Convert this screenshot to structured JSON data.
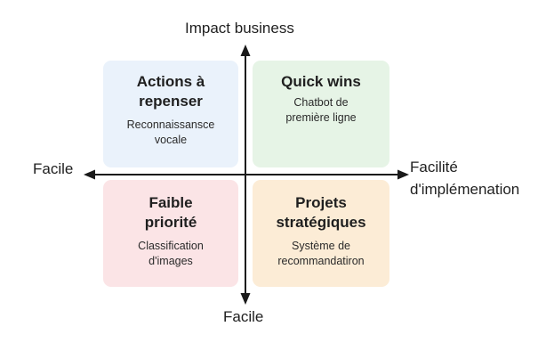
{
  "axes": {
    "top": "Impact business",
    "bottom": "Facile",
    "left": "Facile",
    "right_line1": "Facilité",
    "right_line2": "d'implémenation"
  },
  "quadrants": {
    "top_left": {
      "title_line1": "Actions à",
      "title_line2": "repenser",
      "desc_line1": "Reconnaissansce",
      "desc_line2": "vocale",
      "color": "#eaf2fb"
    },
    "top_right": {
      "title_line1": "Quick wins",
      "desc_line1": "Chatbot de",
      "desc_line2": "première ligne",
      "color": "#e6f4e6"
    },
    "bottom_left": {
      "title_line1": "Faible",
      "title_line2": "priorité",
      "desc_line1": "Classification",
      "desc_line2": "d'images",
      "color": "#fbe4e6"
    },
    "bottom_right": {
      "title_line1": "Projets",
      "title_line2": "stratégiques",
      "desc_line1": "Système de",
      "desc_line2": "recommandatiron",
      "color": "#fcecd6"
    }
  },
  "colors": {
    "axis": "#1a1a1a"
  }
}
